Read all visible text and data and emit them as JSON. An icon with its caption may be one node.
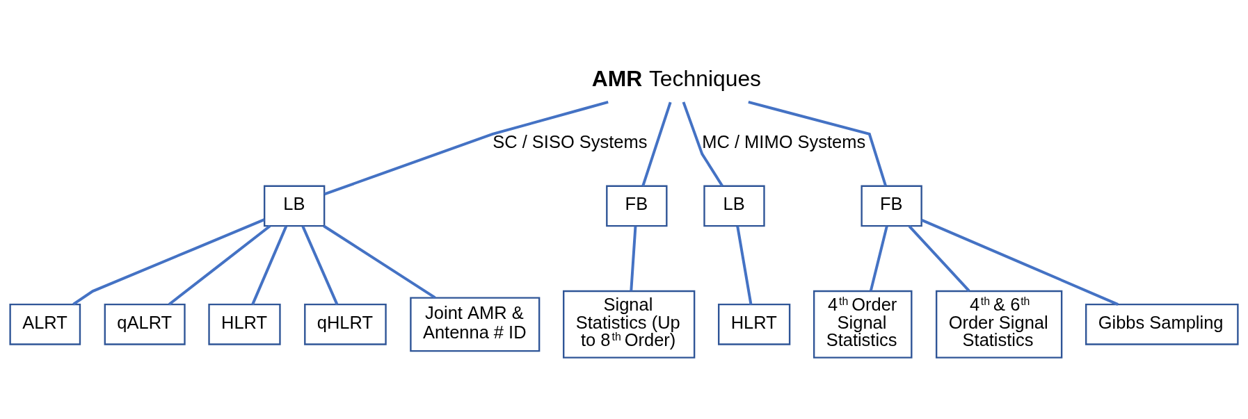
{
  "diagram": {
    "nodes": [
      {
        "text": [
          "**AMR** Techniques"
        ]
      },
      {
        "text": [
          "LB"
        ]
      },
      {
        "text": [
          "FB"
        ]
      },
      {
        "text": [
          "LB"
        ]
      },
      {
        "text": [
          "FB"
        ]
      },
      {
        "text": [
          "ALRT"
        ]
      },
      {
        "text": [
          "qALRT"
        ]
      },
      {
        "text": [
          "HLRT"
        ]
      },
      {
        "text": [
          "qHLRT"
        ]
      },
      {
        "text": [
          "Joint AMR & Antenna # ID"
        ]
      },
      {
        "text": [
          "Signal Statistics (Up to 8$^{th}$ Order)"
        ]
      },
      {
        "text": [
          "HLRT"
        ]
      },
      {
        "text": [
          "4$^{th}$ Order Signal Statistics"
        ]
      },
      {
        "text": [
          "4$^{th}$ & 6$^{th}$ Order Signal Statistics"
        ]
      },
      {
        "text": [
          "Gibbs Sampling"
        ]
      }
    ],
    "edges": [
      {
        "from": 0,
        "to": 1,
        "arrow": "none",
        "label": "SC / SISO Systems"
      },
      {
        "from": 0,
        "to": 2,
        "arrow": "none"
      },
      {
        "from": 0,
        "to": 3,
        "arrow": "none",
        "label": "MC / MIMO Systems"
      },
      {
        "from": 0,
        "to": 4,
        "arrow": "none"
      },
      {
        "from": 1,
        "to": 5,
        "arrow": "none"
      },
      {
        "from": 1,
        "to": 6,
        "arrow": "none"
      },
      {
        "from": 1,
        "to": 7,
        "arrow": "none"
      },
      {
        "from": 1,
        "to": 8,
        "arrow": "none"
      },
      {
        "from": 1,
        "to": 9,
        "arrow": "none"
      },
      {
        "from": 2,
        "to": 10,
        "arrow": "none"
      },
      {
        "from": 3,
        "to": 11,
        "arrow": "none"
      },
      {
        "from": 4,
        "to": 12,
        "arrow": "none"
      },
      {
        "from": 4,
        "to": 13,
        "arrow": "none"
      },
      {
        "from": 4,
        "to": 14,
        "arrow": "none"
      }
    ]
  }
}
